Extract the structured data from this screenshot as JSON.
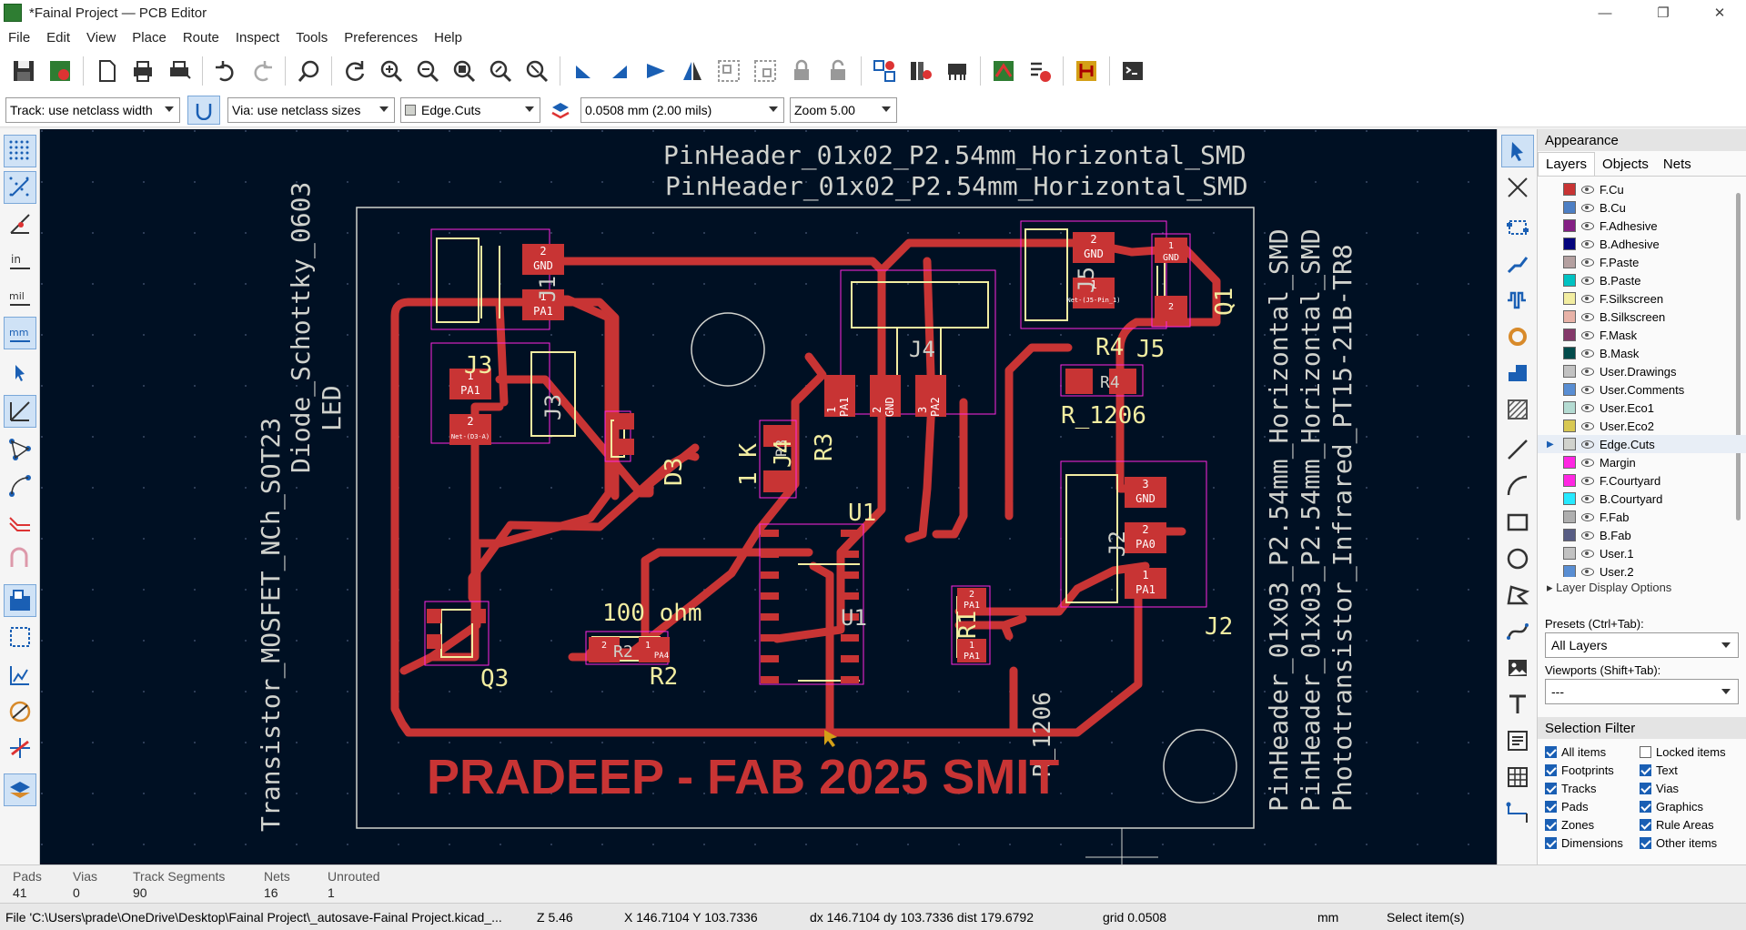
{
  "window": {
    "title": "*Fainal Project — PCB Editor"
  },
  "menu": [
    "File",
    "Edit",
    "View",
    "Place",
    "Route",
    "Inspect",
    "Tools",
    "Preferences",
    "Help"
  ],
  "options": {
    "track": "Track: use netclass width",
    "via": "Via: use netclass sizes",
    "layer": "Edge.Cuts",
    "grid": "0.0508 mm (2.00 mils)",
    "zoom": "Zoom 5.00"
  },
  "board": {
    "colors": {
      "background": "#001023",
      "copper": "#c83434",
      "silk": "#f2eda1",
      "courtyard": "#ff26e2",
      "edge": "#d0d2cd",
      "fab": "#cfd0c8"
    },
    "labels": {
      "top1": "PinHeader_01x02_P2.54mm_Horizontal_SMD",
      "top2": "PinHeader_01x02_P2.54mm_Horizontal_SMD",
      "left1": "Transistor_MOSFET_NCh_SOT23",
      "left2": "Diode_Schottky_0603",
      "left3": "LED",
      "right1": "PinHeader_01x03_P2.54mm_Horizontal_SMD",
      "right2": "PinHeader_01x03_P2.54mm_Horizontal_SMD",
      "right3": "Phototransistor_Infrared_PT15-21B-TR8",
      "banner": "PRADEEP - FAB 2025 SMIT",
      "j1": "J1",
      "j3": "J3",
      "j3b": "J3",
      "j4": "J4",
      "j4b": "J4",
      "j5": "J5",
      "j5b": "J5",
      "j2": "J2",
      "j2b": "J2",
      "q1": "Q1",
      "q3": "Q3",
      "u1": "U1",
      "u1b": "U1",
      "r1": "R1",
      "r1206b": "R_1206",
      "r2": "R2",
      "r2v": "100 ohm",
      "r3": "R3",
      "r3v": "1 K",
      "r4": "R4",
      "r4b": "R4",
      "r1206": "R_1206",
      "d3": "D3",
      "gnd": "GND",
      "pa1": "PA1",
      "pa2": "PA2",
      "pa0": "PA0",
      "pa4": "PA4",
      "p1": "1",
      "p2": "2",
      "p3": "3",
      "netd3": "Net-(D3-A)",
      "netj5": "Net-(J5-Pin_1)"
    }
  },
  "panel": {
    "title": "Appearance",
    "tabs": [
      "Layers",
      "Objects",
      "Nets"
    ],
    "layers": [
      {
        "name": "F.Cu",
        "color": "#c83434"
      },
      {
        "name": "B.Cu",
        "color": "#4d7fc4"
      },
      {
        "name": "F.Adhesive",
        "color": "#841f84"
      },
      {
        "name": "B.Adhesive",
        "color": "#03037c"
      },
      {
        "name": "F.Paste",
        "color": "#b4a0a0"
      },
      {
        "name": "B.Paste",
        "color": "#00c2c2"
      },
      {
        "name": "F.Silkscreen",
        "color": "#f2eda1"
      },
      {
        "name": "B.Silkscreen",
        "color": "#e8b2a7"
      },
      {
        "name": "F.Mask",
        "color": "#84386a"
      },
      {
        "name": "B.Mask",
        "color": "#024b4b"
      },
      {
        "name": "User.Drawings",
        "color": "#c2c2c2"
      },
      {
        "name": "User.Comments",
        "color": "#598ed3"
      },
      {
        "name": "User.Eco1",
        "color": "#b4dbd2"
      },
      {
        "name": "User.Eco2",
        "color": "#d8c852"
      },
      {
        "name": "Edge.Cuts",
        "color": "#d0d2cd"
      },
      {
        "name": "Margin",
        "color": "#ff26e2"
      },
      {
        "name": "F.Courtyard",
        "color": "#ff26e2"
      },
      {
        "name": "B.Courtyard",
        "color": "#26e9ff"
      },
      {
        "name": "F.Fab",
        "color": "#afafaf"
      },
      {
        "name": "B.Fab",
        "color": "#585d84"
      },
      {
        "name": "User.1",
        "color": "#c2c2c2"
      },
      {
        "name": "User.2",
        "color": "#598ed3"
      }
    ],
    "layer_display_options": "Layer Display Options",
    "presets_label": "Presets (Ctrl+Tab):",
    "presets_value": "All Layers",
    "viewports_label": "Viewports (Shift+Tab):",
    "viewports_value": "---",
    "selection_filter": "Selection Filter",
    "filters": [
      {
        "label": "All items",
        "on": true
      },
      {
        "label": "Locked items",
        "on": false
      },
      {
        "label": "Footprints",
        "on": true
      },
      {
        "label": "Text",
        "on": true
      },
      {
        "label": "Tracks",
        "on": true
      },
      {
        "label": "Vias",
        "on": true
      },
      {
        "label": "Pads",
        "on": true
      },
      {
        "label": "Graphics",
        "on": true
      },
      {
        "label": "Zones",
        "on": true
      },
      {
        "label": "Rule Areas",
        "on": true
      },
      {
        "label": "Dimensions",
        "on": true
      },
      {
        "label": "Other items",
        "on": true
      }
    ]
  },
  "stats": [
    {
      "label": "Pads",
      "value": "41"
    },
    {
      "label": "Vias",
      "value": "0"
    },
    {
      "label": "Track Segments",
      "value": "90"
    },
    {
      "label": "Nets",
      "value": "16"
    },
    {
      "label": "Unrouted",
      "value": "1"
    }
  ],
  "status": {
    "file": "File 'C:\\Users\\prade\\OneDrive\\Desktop\\Fainal Project\\_autosave-Fainal Project.kicad_...",
    "zoom": "Z 5.46",
    "xy": "X 146.7104  Y 103.7336",
    "delta": "dx 146.7104  dy 103.7336  dist 179.6792",
    "grid": "grid 0.0508",
    "units": "mm",
    "action": "Select item(s)"
  }
}
